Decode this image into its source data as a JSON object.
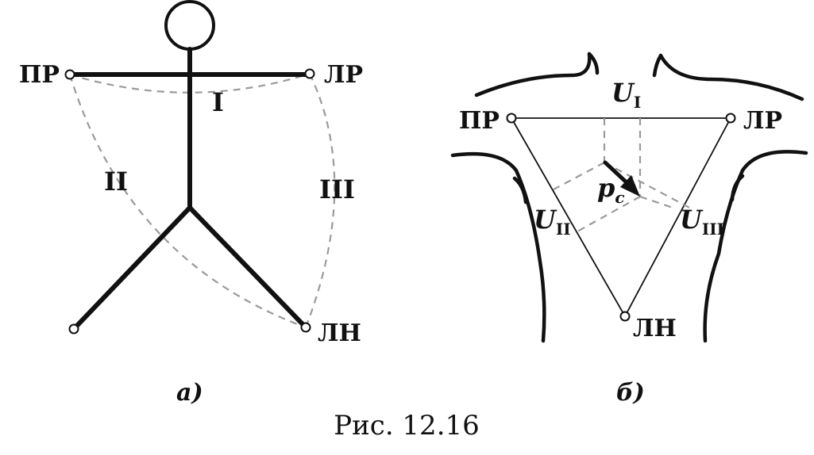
{
  "panel_a": {
    "labels": {
      "right_arm": "ПР",
      "left_arm": "ЛР",
      "left_leg": "ЛН",
      "lead_1": "I",
      "lead_2": "II",
      "lead_3": "III"
    },
    "caption": "а)"
  },
  "panel_b": {
    "labels": {
      "right_arm": "ПР",
      "left_arm": "ЛР",
      "left_leg": "ЛН",
      "u_main": "U",
      "u_sub_1": "I",
      "u_sub_2": "II",
      "u_sub_3": "III",
      "vector_main": "p",
      "vector_sub": "c"
    },
    "caption": "б)"
  },
  "figure_caption": "Рис. 12.16"
}
